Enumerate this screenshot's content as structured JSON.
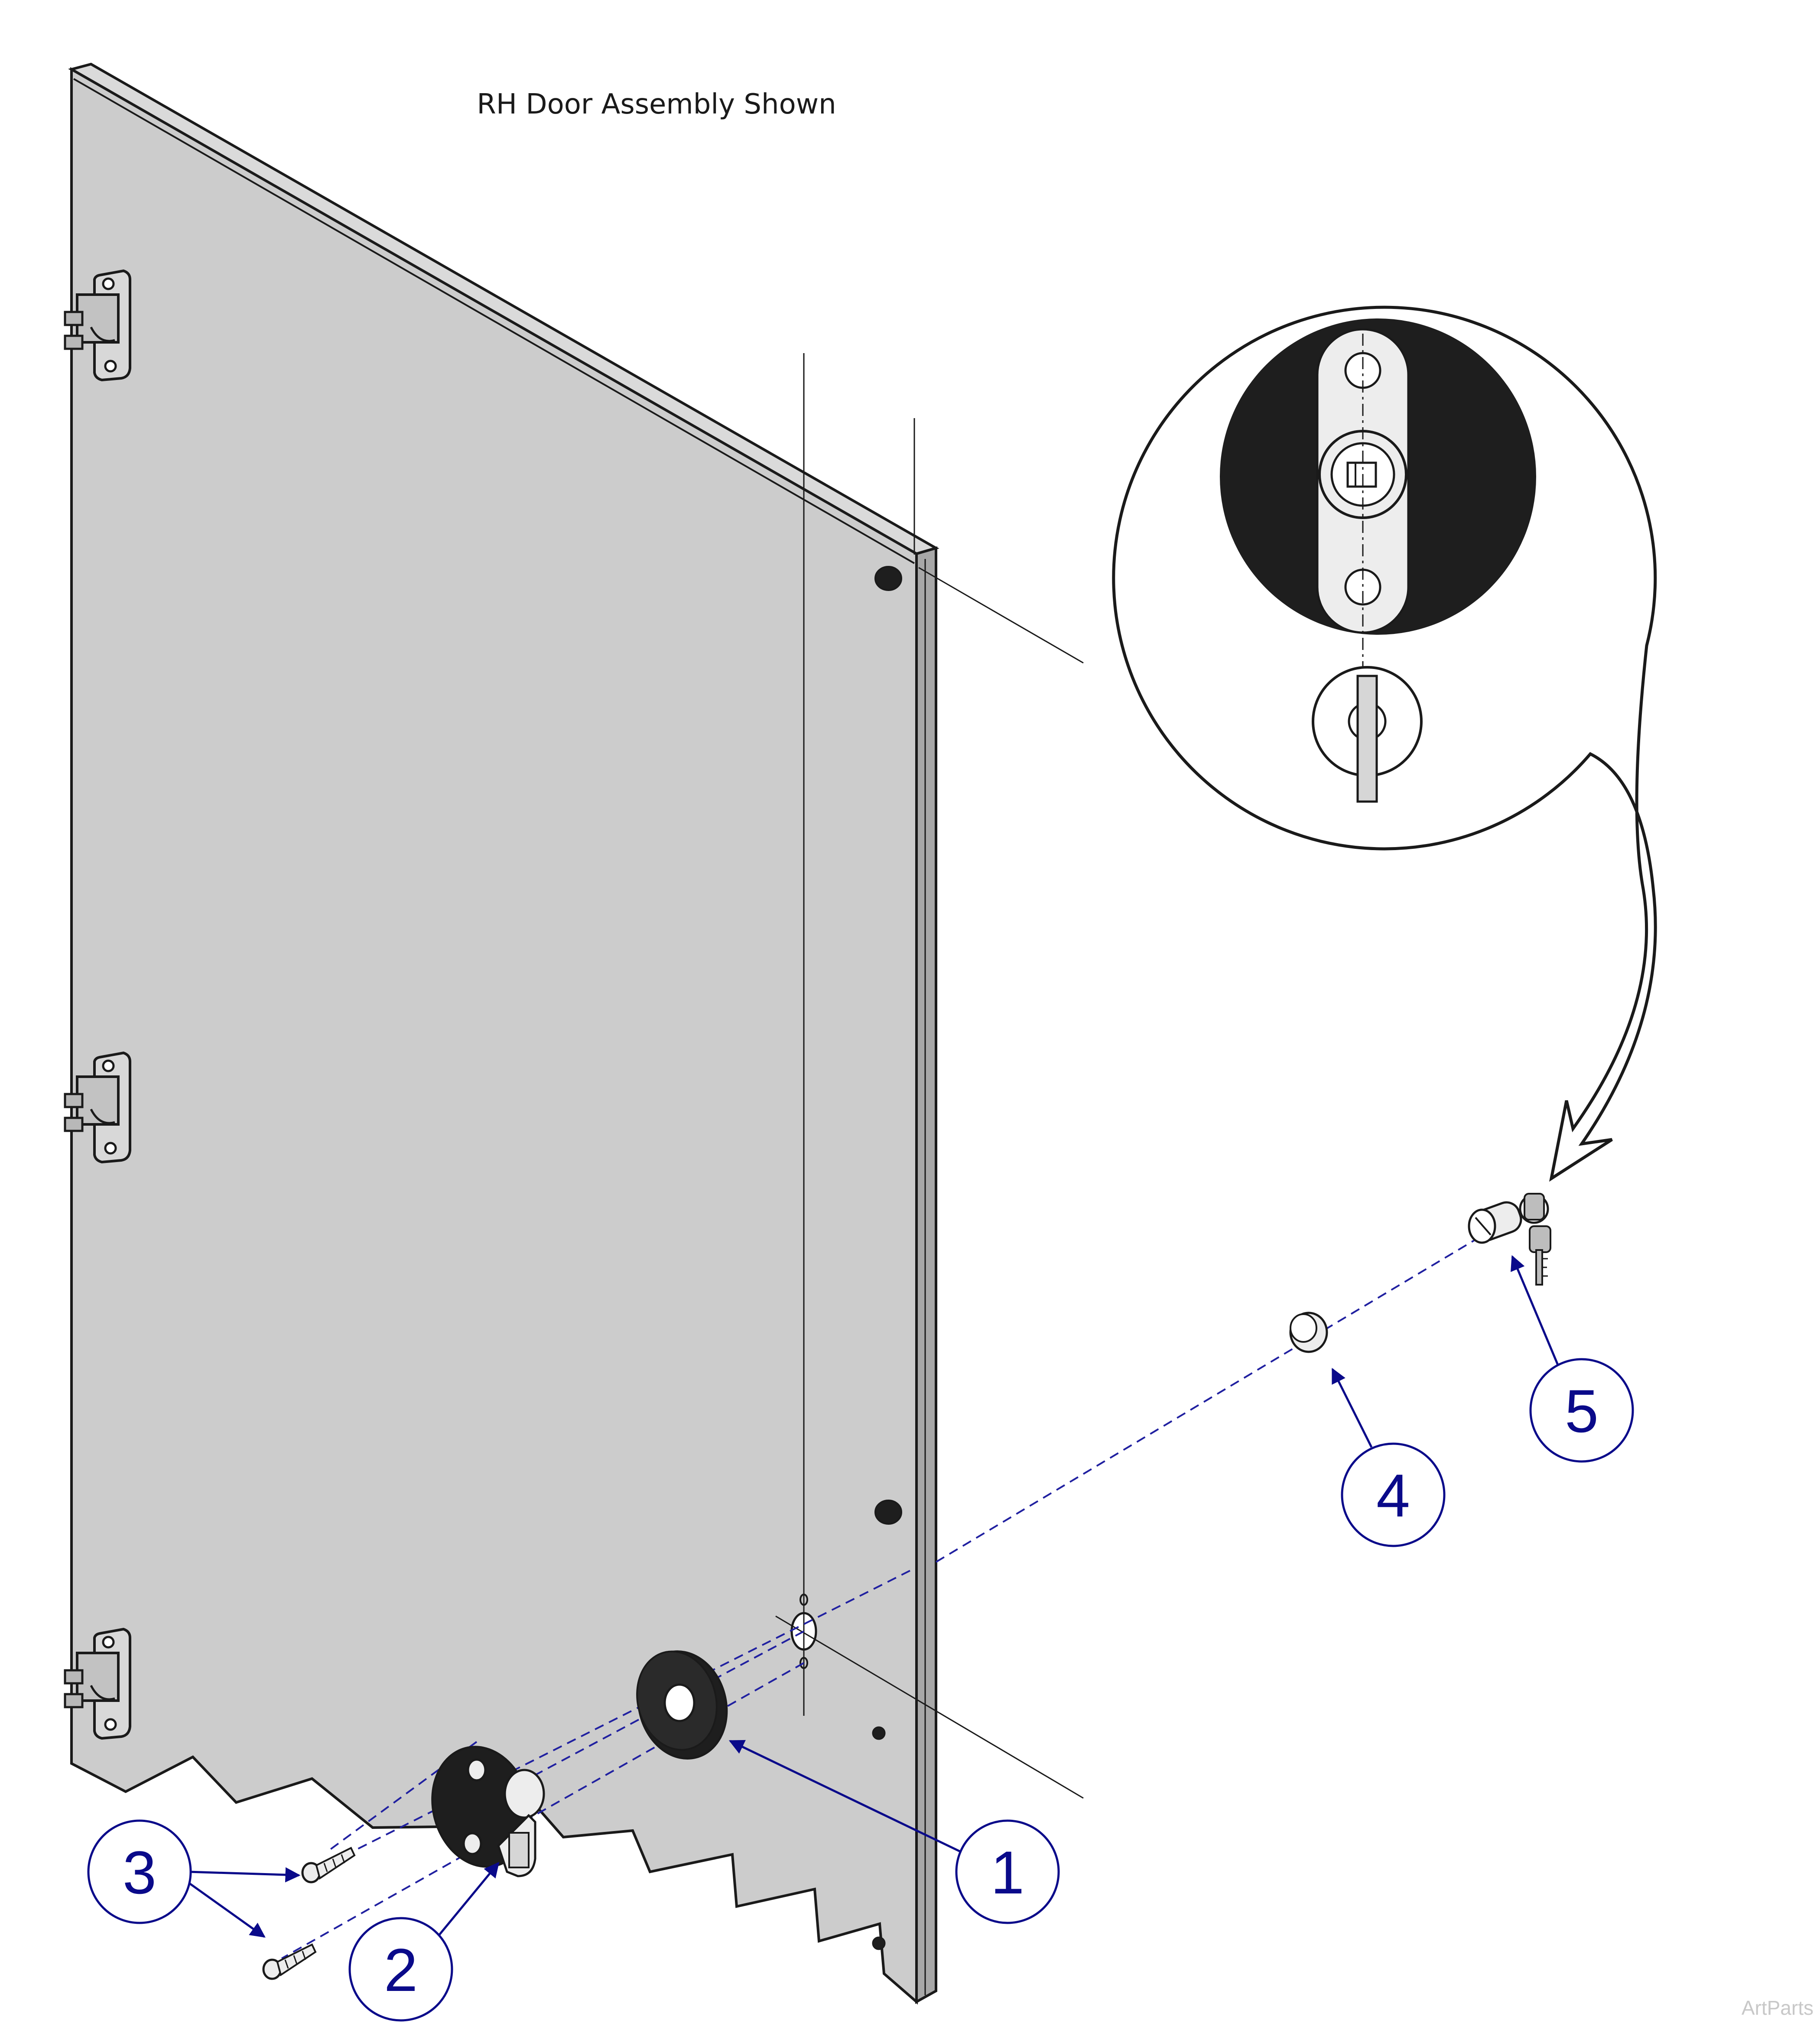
{
  "caption": "RH Door Assembly Shown",
  "watermark": "ArtParts",
  "callouts": [
    {
      "id": "1",
      "label": "1"
    },
    {
      "id": "2",
      "label": "2"
    },
    {
      "id": "3",
      "label": "3"
    },
    {
      "id": "4",
      "label": "4"
    },
    {
      "id": "5",
      "label": "5"
    }
  ],
  "colors": {
    "door_face": "#cccccc",
    "door_edge": "#a8a8a8",
    "outline": "#1a1a1a",
    "callout": "#0a0a8a",
    "leader": "#2020a0",
    "part_dark": "#1e1e1e",
    "part_light": "#ededed"
  }
}
